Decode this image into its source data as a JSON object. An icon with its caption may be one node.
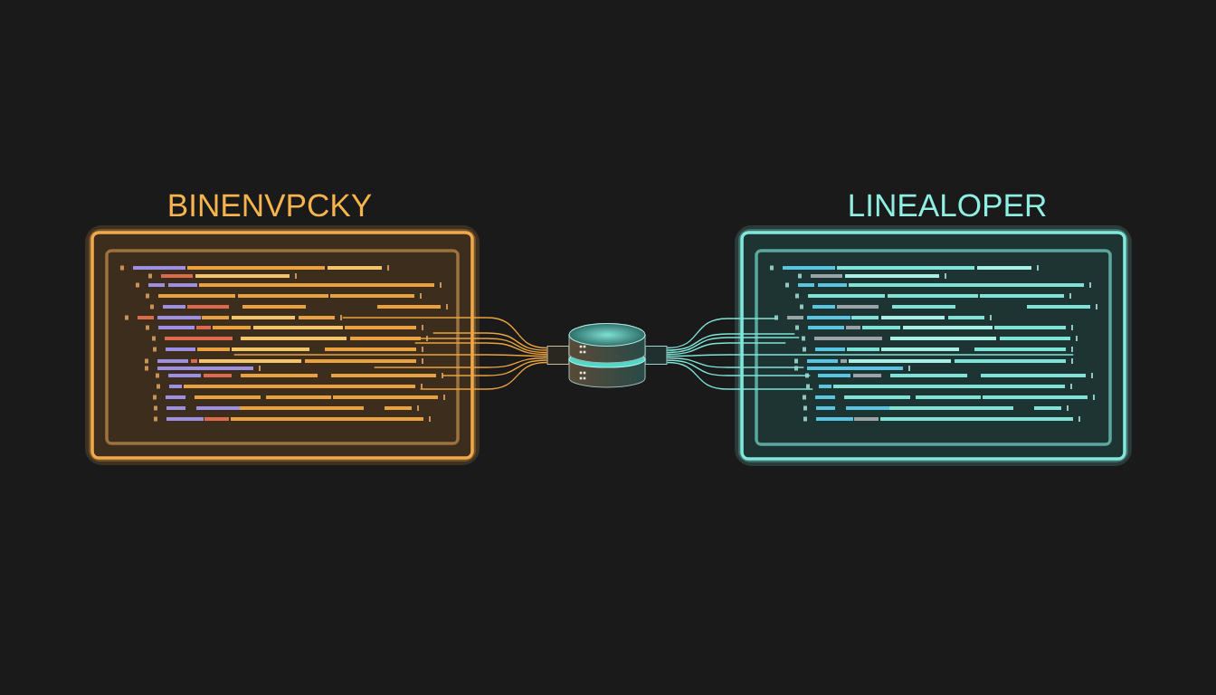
{
  "diagram": {
    "nodes": [
      {
        "text": [
          "BINENVPCKY"
        ]
      },
      {
        "text": [],
        "shape": "cylinder"
      },
      {
        "text": [
          "LINEALOPER"
        ]
      }
    ],
    "edges": [
      {
        "from": 0,
        "to": 1,
        "arrow": "none",
        "color": "#e9a23f"
      },
      {
        "from": 1,
        "to": 2,
        "arrow": "none",
        "color": "#7fe3d8"
      }
    ]
  }
}
